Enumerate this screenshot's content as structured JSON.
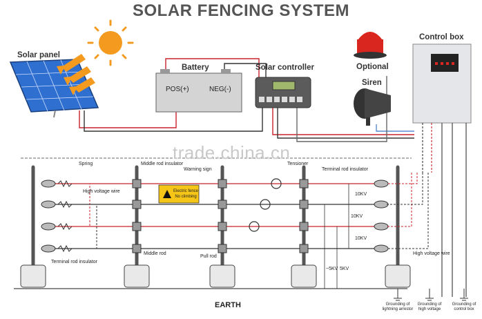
{
  "title": "SOLAR FENCING SYSTEM",
  "labels": {
    "solar_panel": "Solar panel",
    "battery": "Battery",
    "pos": "POS(+)",
    "neg": "NEG(-)",
    "solar_controller": "Solar controller",
    "control_box": "Control box",
    "optional": "Optional",
    "siren": "Siren",
    "spring": "Spring",
    "middle_rod_insulator": "Middle rod insulator",
    "warning_sign": "Warning sign",
    "sign_line1": "Electric fence",
    "sign_line2": "No climbing",
    "tensioner": "Tensioner",
    "terminal_rod_insulator_top": "Terminal rod insulator",
    "high_voltage_wire_left": "High voltage wire",
    "terminal_rod_insulator_bottom": "Terminal rod insulator",
    "middle_rod": "Middle rod",
    "pull_rod": "Pull rod",
    "high_voltage_wire_right": "High voltage wire",
    "earth": "EARTH",
    "kv_a": "10KV",
    "kv_b": "10KV",
    "kv_c": "10KV",
    "kv_5a": "~5KV",
    "kv_5b": "5KV",
    "ground1_l1": "Grounding of",
    "ground1_l2": "lightning arrestor",
    "ground2_l1": "Grounding of",
    "ground2_l2": "high voltage",
    "ground3_l1": "Grounding of",
    "ground3_l2": "control box",
    "watermark": "trade.china.cn"
  },
  "colors": {
    "title": "#555555",
    "panel": "#2f6fd0",
    "sun": "#f39a1f",
    "battery": "#d4d4d4",
    "wire_red": "#c8202b",
    "wire_dark": "#333333",
    "beacon": "#d9271f",
    "sign": "#f5c518"
  }
}
